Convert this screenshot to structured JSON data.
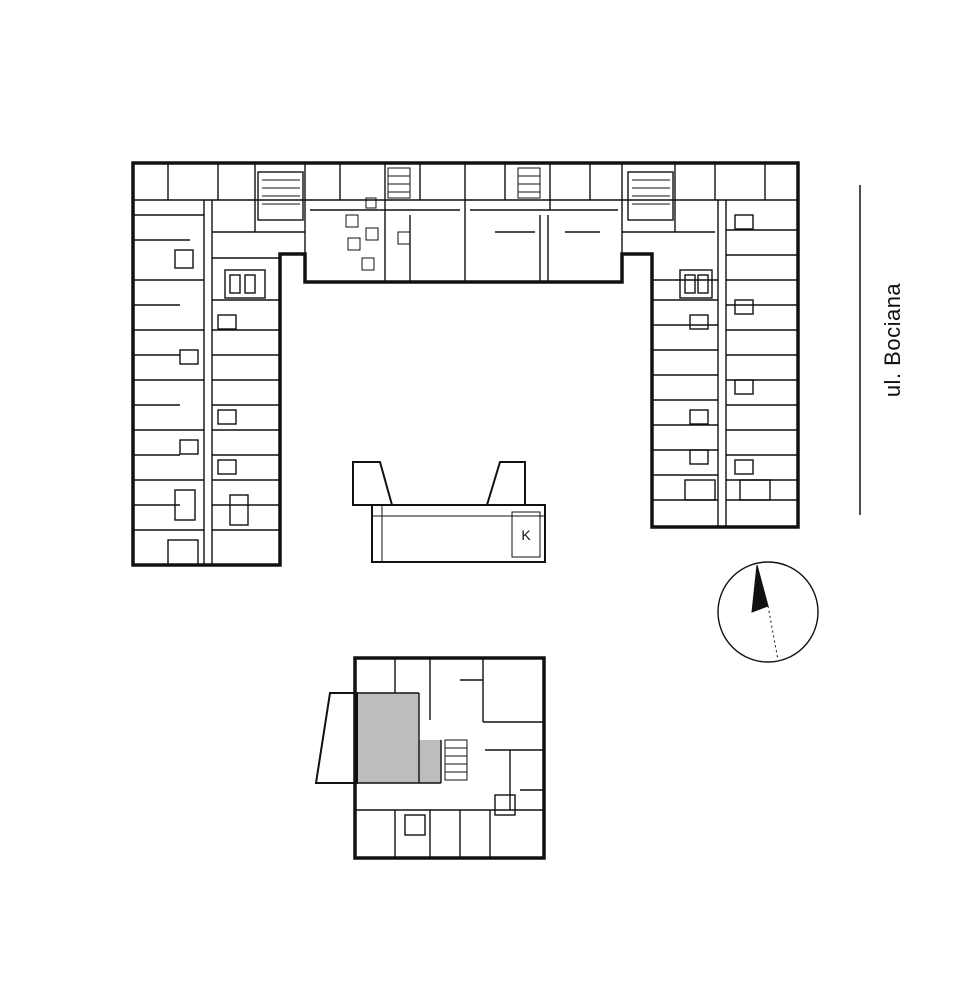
{
  "street": {
    "name": "ul. Bociana"
  },
  "pavilion": {
    "marker": "K"
  },
  "compass": {
    "shape": "north-arrow"
  },
  "highlight": {
    "unit": "selected-apartment",
    "color": "#bdbdbd"
  },
  "colors": {
    "wall": "#111111",
    "background": "#ffffff"
  }
}
